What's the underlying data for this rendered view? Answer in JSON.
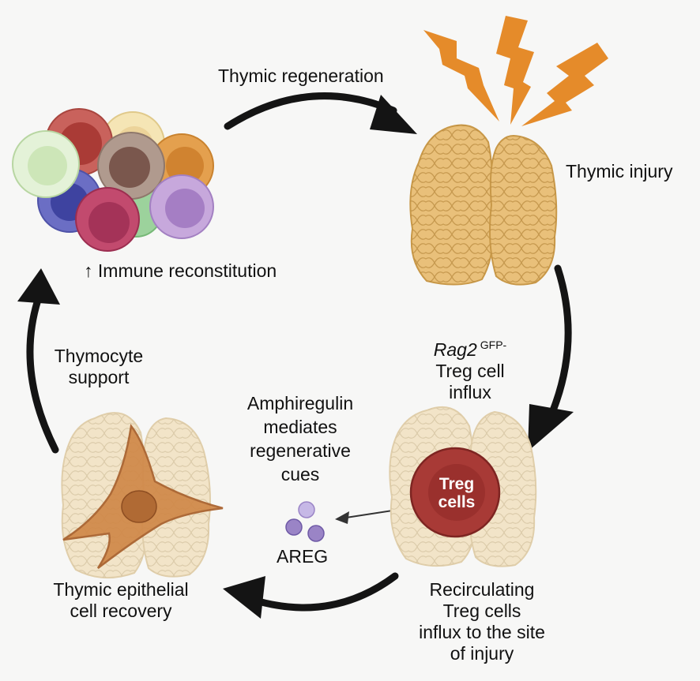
{
  "labels": {
    "thymic_regeneration": "Thymic regeneration",
    "thymic_injury": "Thymic injury",
    "immune_reconstitution_arrow": "↑",
    "immune_reconstitution": "Immune reconstitution",
    "rag2": "Rag2",
    "gfp": "GFP-",
    "treg_influx_line1": "Treg cell",
    "treg_influx_line2": "influx",
    "thymocyte_line1": "Thymocyte",
    "thymocyte_line2": "support",
    "amphiregulin_line1": "Amphiregulin",
    "amphiregulin_line2": "mediates",
    "amphiregulin_line3": "regenerative",
    "amphiregulin_line4": "cues",
    "treg_cells_line1": "Treg",
    "treg_cells_line2": "cells",
    "areg": "AREG",
    "tec_line1": "Thymic epithelial",
    "tec_line2": "cell  recovery",
    "recirc_line1": "Recirculating",
    "recirc_line2": "Treg cells",
    "recirc_line3": "influx to the site",
    "recirc_line4": "of injury"
  },
  "colors": {
    "background": "#f7f7f6",
    "arrow": "#141414",
    "lightning": "#e58b2a",
    "thymus_injured": "#e9c07a",
    "thymus_healthy": "#f2e4c8",
    "treg_cell": "#a83a36",
    "areg_particle": "#9a84c6",
    "epithelial_cell": "#c8763a"
  }
}
